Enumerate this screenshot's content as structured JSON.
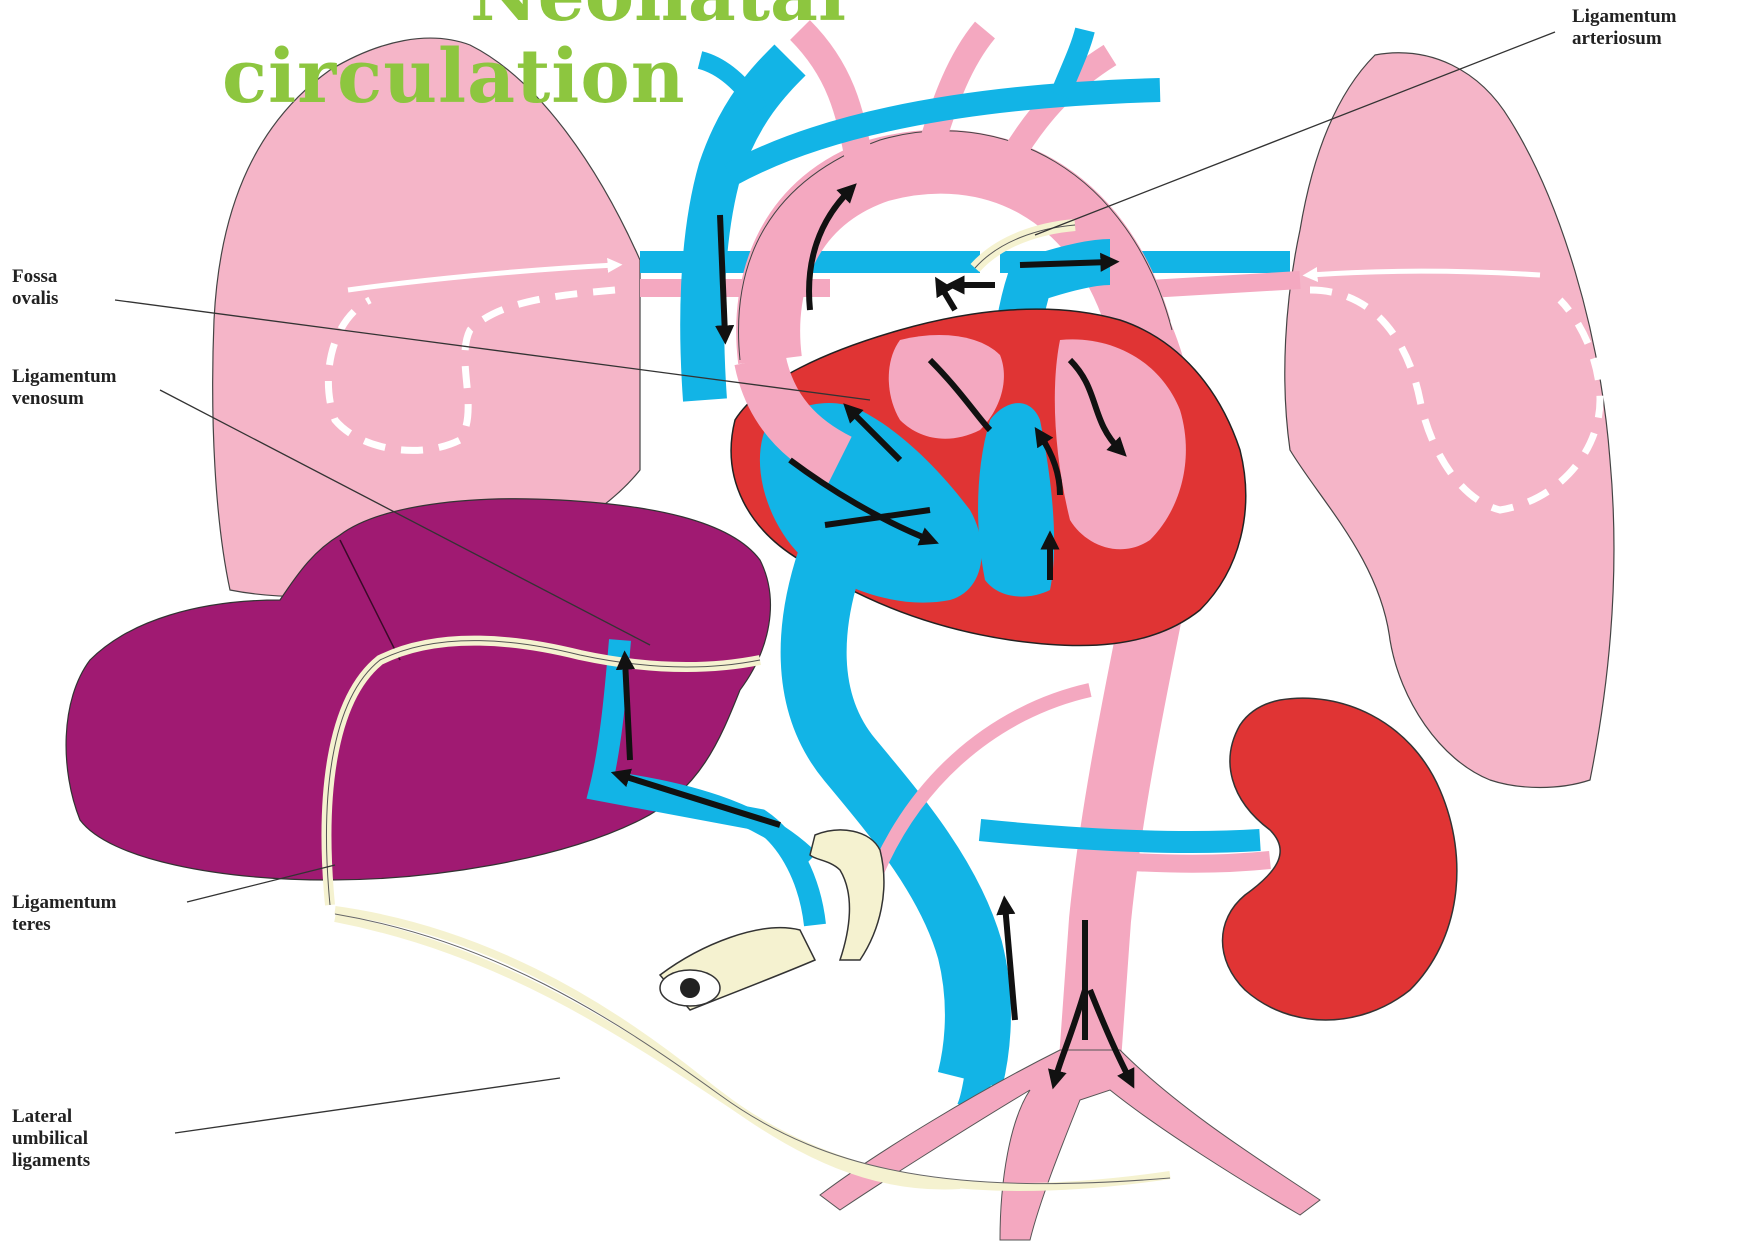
{
  "title": {
    "line1": "Neonatal",
    "line2": "circulation"
  },
  "labels": {
    "ligamentum_arteriosum": "Ligamentum\narteriosum",
    "fossa_ovalis": "Fossa\novalis",
    "ligamentum_venosum": "Ligamentum\nvenosum",
    "ligamentum_teres": "Ligamentum\nteres",
    "lateral_umbilical_ligaments": "Lateral\numbilical\nligaments"
  },
  "colors": {
    "title": "#8dc63f",
    "lung": "#f5b5c8",
    "artery_pink": "#f4a8c0",
    "vein_blue": "#12b4e6",
    "heart_red": "#e03434",
    "liver": "#a01a72",
    "kidney": "#e03434",
    "ligament": "#f5f2d0",
    "arrow": "#111111"
  }
}
